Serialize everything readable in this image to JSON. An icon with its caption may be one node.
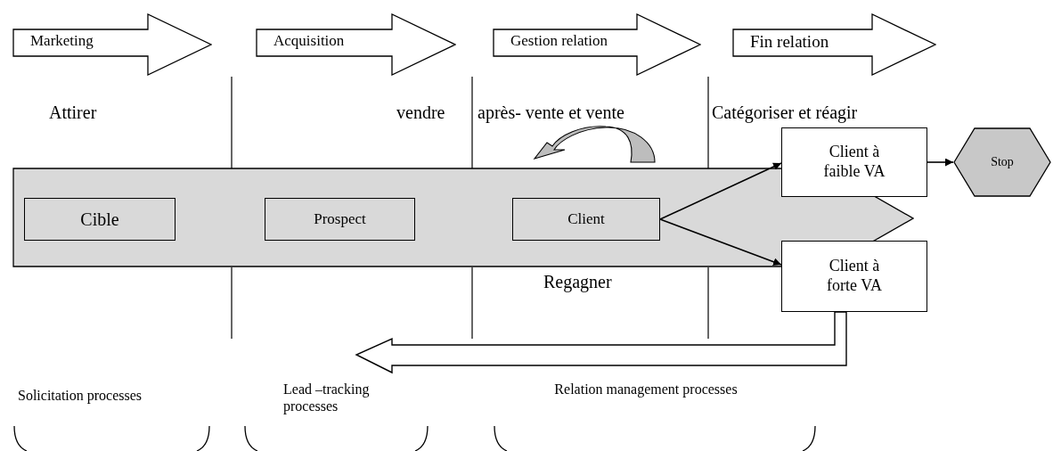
{
  "diagram": {
    "nodes": [
      {
        "text": [
          "Marketing"
        ]
      },
      {
        "text": [
          "Acquisition"
        ]
      },
      {
        "text": [
          "Gestion relation"
        ]
      },
      {
        "text": [
          "Fin relation"
        ]
      },
      {
        "text": [],
        "shape": "bar"
      },
      {
        "text": [
          "Cible"
        ],
        "in": 4
      },
      {
        "text": [
          "Prospect"
        ],
        "in": 4
      },
      {
        "text": [
          "Client"
        ],
        "in": 4
      },
      {
        "text": [
          "Client à faible VA"
        ]
      },
      {
        "text": [
          "Stop"
        ]
      },
      {
        "text": [
          "Client à forte VA"
        ]
      }
    ],
    "edges": [
      {
        "from": 7,
        "to": 8,
        "arrow": "to"
      },
      {
        "from": 7,
        "to": 10,
        "arrow": "to"
      },
      {
        "from": 8,
        "to": 9,
        "arrow": "to"
      },
      {
        "from": 10,
        "to": null,
        "arrow": "to"
      }
    ],
    "labels": [
      "Attirer",
      "vendre",
      "après- vente et vente",
      "Catégoriser et réagir",
      "Regagner",
      "Solicitation processes",
      "Lead –tracking processes",
      "Relation management processes"
    ]
  }
}
